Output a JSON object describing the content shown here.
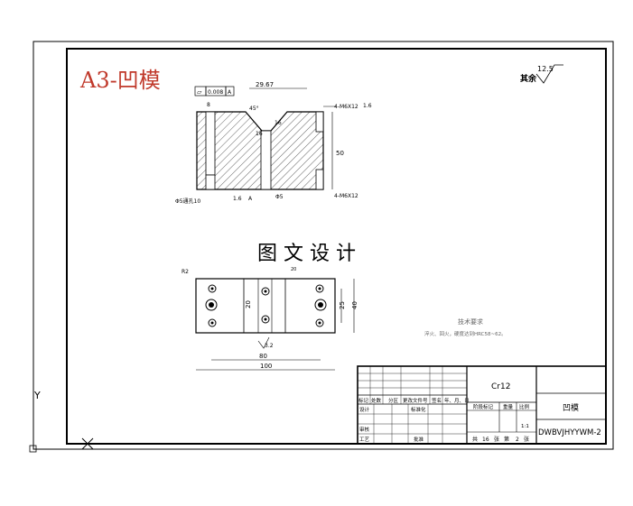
{
  "sheet": {
    "title": "A3-凹模",
    "roughness_note": "其余",
    "roughness_value": "12.5",
    "watermark": "图 文 设 计"
  },
  "front_view": {
    "flatness_symbol": "⏥",
    "flatness_value": "0.008",
    "flatness_datum": "A",
    "dim_top_width": "29.67",
    "dim_hole_left": "8",
    "dim_angle": "45°",
    "dim_depth": "16",
    "dim_inner": "16",
    "dim_height": "50",
    "thread_top": "4-M6X12",
    "thread_bottom": "4-M6X12",
    "roughness_right": "1.6",
    "bottom_left_note": "Φ5通孔10",
    "bottom_mid_note": "1.6",
    "bottom_datum": "A",
    "bottom_dim": "Φ5"
  },
  "top_view": {
    "corner_note": "R2",
    "top_dim": "20",
    "dim_20": "20",
    "dim_25": "25",
    "dim_40": "40",
    "dim_80": "80",
    "dim_100": "100",
    "roughness_bottom": "3.2"
  },
  "tech_req": {
    "heading": "技术要求",
    "line1": "淬火、回火，硬度达到HRC58~62。"
  },
  "title_block": {
    "material": "Cr12",
    "part_name": "凹模",
    "drawing_no": "DWBVJHYYWM-2",
    "header_labels": [
      "标记",
      "处数",
      "分区",
      "更改文件号",
      "签名",
      "年、月、日"
    ],
    "row_design": "设计",
    "row_standard": "标准化",
    "row_review": "审核",
    "row_process": "工艺",
    "row_approve": "批准",
    "stage_label": "阶段标记",
    "weight_label": "重量",
    "scale_label": "比例",
    "scale_value": "1:1",
    "sheets_label_total": "共",
    "sheets_total": "16",
    "sheets_unit": "张",
    "sheets_label_no": "第",
    "sheet_no": "2",
    "sheets_unit2": "张"
  },
  "ucs": {
    "axis_label": "Y"
  }
}
